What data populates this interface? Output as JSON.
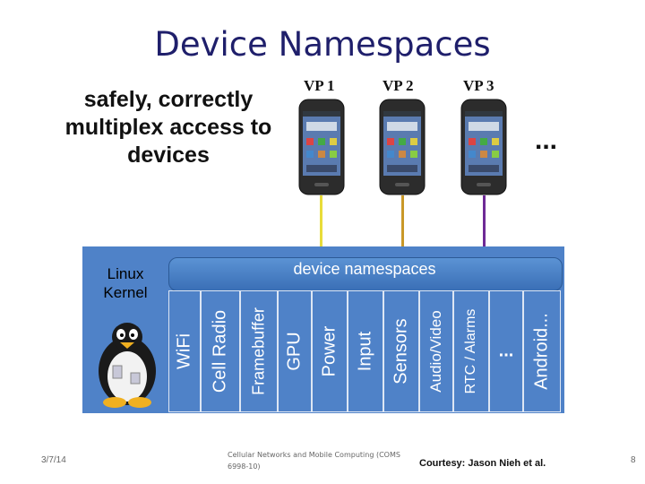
{
  "title": "Device Namespaces",
  "tagline": "safely, correctly multiplex access to devices",
  "phones": [
    {
      "label": "VP 1",
      "color": "#e8dc3a"
    },
    {
      "label": "VP 2",
      "color": "#c99828"
    },
    {
      "label": "VP 3",
      "color": "#6e2a96"
    }
  ],
  "more_phones": "...",
  "kernel": {
    "label": "Linux Kernel",
    "namespaces_label": "device namespaces",
    "devices": [
      "WiFi",
      "Cell Radio",
      "Framebuffer",
      "GPU",
      "Power",
      "Input",
      "Sensors",
      "Audio/Video",
      "RTC / Alarms",
      "...",
      "Android..."
    ]
  },
  "footer": {
    "date": "3/7/14",
    "course": "Cellular Networks and Mobile Computing (COMS 6998-10)",
    "courtesy": "Courtesy: Jason Nieh et al.",
    "page": "8"
  },
  "colors": {
    "title": "#1f1f6b",
    "kernel_blue": "#4f82c8"
  }
}
